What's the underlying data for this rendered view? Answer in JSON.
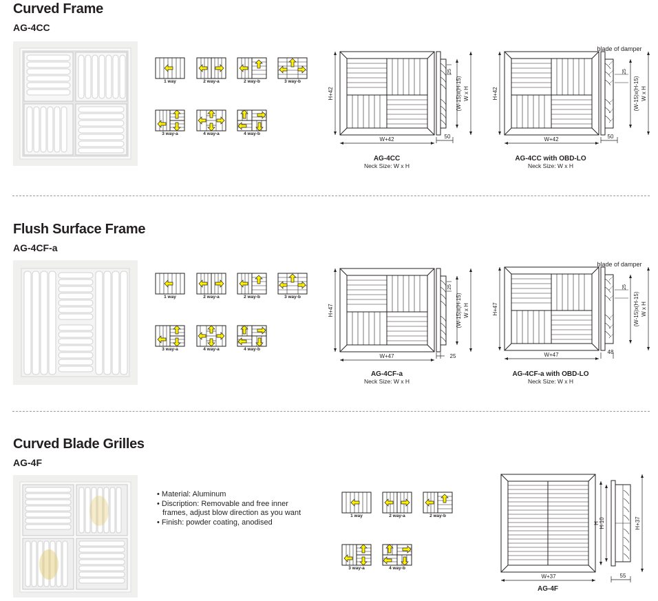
{
  "sections": [
    {
      "title": "Curved Frame",
      "model": "AG-4CC",
      "icons": [
        "1 way",
        "2 way-a",
        "2 way-b",
        "3 way-b",
        "3 way-a",
        "4 way-a",
        "4 way-b"
      ],
      "drawings": [
        {
          "name": "AG-4CC",
          "neck": "Neck Size: W x H",
          "width_dim": "W+42",
          "height_dim": "H+42",
          "side_bottom": "50",
          "side_top": "25",
          "inner_dim": "(W-15)x(H-15)",
          "outer_dim": "W x H"
        },
        {
          "name": "AG-4CC with OBD-LO",
          "neck": "Neck Size: W x H",
          "width_dim": "W+42",
          "height_dim": "H+42",
          "side_bottom": "50",
          "side_top": "25",
          "inner_dim": "(W-15)x(H-15)",
          "outer_dim": "W x H",
          "damper_label": "blade of damper"
        }
      ]
    },
    {
      "title": "Flush Surface Frame",
      "model": "AG-4CF-a",
      "icons": [
        "1 way",
        "2 way-a",
        "2 way-b",
        "3 way-b",
        "3 way-a",
        "4 way-a",
        "4 way-b"
      ],
      "drawings": [
        {
          "name": "AG-4CF-a",
          "neck": "Neck Size: W x H",
          "width_dim": "W+47",
          "height_dim": "H+47",
          "side_bottom": "25",
          "side_top": "25",
          "inner_dim": "(W-15)x(H-15)",
          "outer_dim": "W x H"
        },
        {
          "name": "AG-4CF-a with OBD-LO",
          "neck": "Neck Size: W x H",
          "width_dim": "W+47",
          "height_dim": "H+47",
          "side_bottom": "48",
          "side_top": "25",
          "inner_dim": "(W-15)x(H-15)",
          "outer_dim": "W x H",
          "damper_label": "blade of damper"
        }
      ]
    },
    {
      "title": "Curved Blade Grilles",
      "model": "AG-4F",
      "description": [
        "• Material: Aluminum",
        "• Discription: Removable and free inner frames, adjust blow direction as you want",
        "• Finish: powder coating, anodised"
      ],
      "icons": [
        "1 way",
        "2 way-a",
        "2 way-b",
        "3 way-a",
        "4 way-b"
      ],
      "drawing": {
        "name": "AG-4F",
        "width_dim": "W+37",
        "height_outer": "H+37",
        "height_inner": "H-10",
        "height_h": "H",
        "side_bottom": "55"
      }
    }
  ],
  "colors": {
    "arrow_fill": "#fff200",
    "line": "#231f20",
    "divider": "#9a9a9a",
    "photo_bg": "#f0f0ef"
  },
  "icon_names": [
    "arrow-left-icon",
    "arrow-right-icon",
    "arrow-up-icon",
    "arrow-down-icon"
  ]
}
